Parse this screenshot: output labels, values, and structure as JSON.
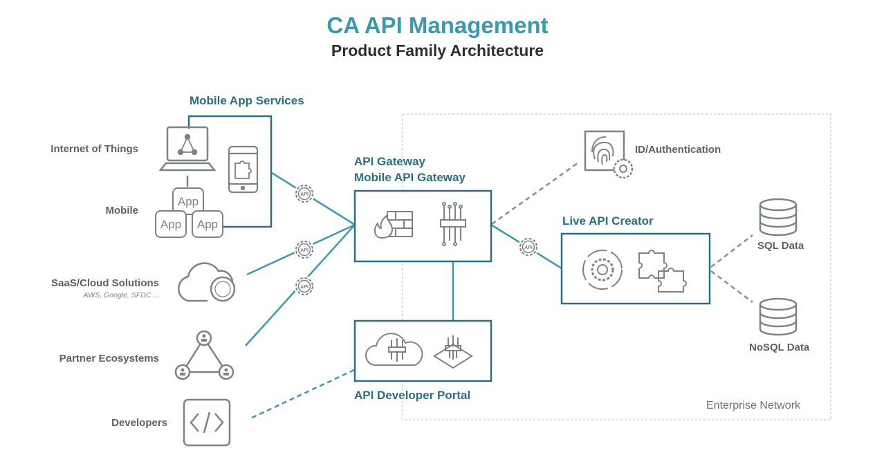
{
  "header": {
    "title": "CA API Management",
    "subtitle": "Product Family Architecture"
  },
  "sources": [
    {
      "id": "iot",
      "label": "Internet of Things"
    },
    {
      "id": "mobile",
      "label": "Mobile"
    },
    {
      "id": "saas",
      "label": "SaaS/Cloud Solutions",
      "sublabel": "AWS, Google, SFDC ..."
    },
    {
      "id": "partner",
      "label": "Partner Ecosystems"
    },
    {
      "id": "developers",
      "label": "Developers"
    }
  ],
  "app_badges": [
    "App",
    "App",
    "App"
  ],
  "api_badge_text": "API",
  "components": {
    "mobile_app_services": "Mobile App Services",
    "gateway_line1": "API Gateway",
    "gateway_line2": "Mobile API Gateway",
    "portal": "API Developer Portal",
    "live_api_creator": "Live API Creator",
    "id_auth": "ID/Authentication",
    "sql": "SQL Data",
    "nosql": "NoSQL Data",
    "enterprise_network": "Enterprise Network"
  },
  "colors": {
    "title": "#3a9aab",
    "teal_line": "#3a9aab",
    "box_border": "#2b6e82",
    "icon_grey": "#7d8286",
    "dashed_grey": "#8a8f93"
  },
  "icons": [
    "laptop-network-icon",
    "mobile-puzzle-icon",
    "cloud-cd-icon",
    "triangle-people-icon",
    "code-brackets-icon",
    "firewall-icon",
    "circuit-api-icon",
    "fingerprint-gear-icon",
    "gear-cycle-icon",
    "puzzle-icon",
    "cloud-api-icon",
    "platform-api-icon",
    "database-icon",
    "gear-api-icon"
  ]
}
